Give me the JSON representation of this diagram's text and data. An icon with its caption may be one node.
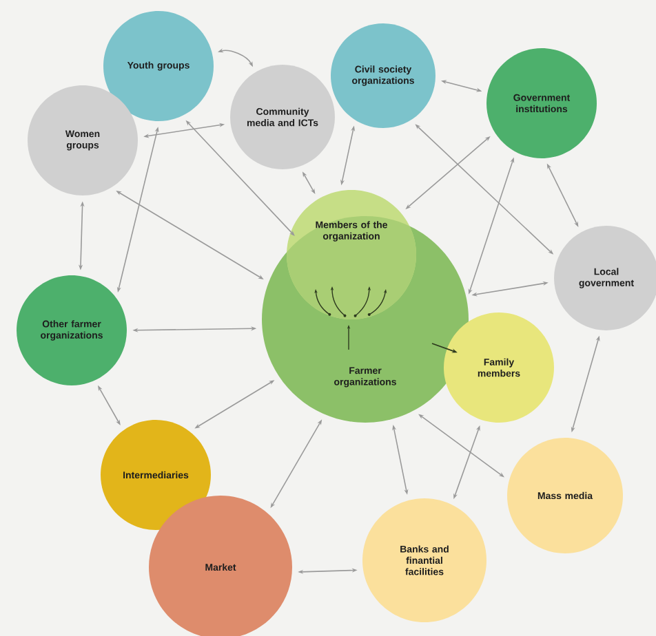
{
  "diagram": {
    "nodes": [
      {
        "text": [
          "Youth groups"
        ]
      },
      {
        "text": [
          "Women groups"
        ]
      },
      {
        "text": [
          "Community media and ICTs"
        ]
      },
      {
        "text": [
          "Civil society organizations"
        ]
      },
      {
        "text": [
          "Government institutions"
        ]
      },
      {
        "text": [
          "Farmer organizations"
        ]
      },
      {
        "text": [
          "Members of the organization"
        ]
      },
      {
        "text": [
          "Local government"
        ]
      },
      {
        "text": [
          "Other farmer organizations"
        ]
      },
      {
        "text": [
          "Family members"
        ]
      },
      {
        "text": [
          "Intermediaries"
        ]
      },
      {
        "text": [
          "Market"
        ]
      },
      {
        "text": [
          "Banks and finantial facilities"
        ]
      },
      {
        "text": [
          "Mass media"
        ]
      }
    ],
    "edges": [
      {
        "from": 0,
        "to": 2,
        "arrow": "both"
      },
      {
        "from": 1,
        "to": 2,
        "arrow": "both"
      },
      {
        "from": 3,
        "to": 4,
        "arrow": "both"
      },
      {
        "from": 0,
        "to": 5,
        "arrow": "both"
      },
      {
        "from": 1,
        "to": 5,
        "arrow": "both"
      },
      {
        "from": 2,
        "to": 6,
        "arrow": "both"
      },
      {
        "from": 3,
        "to": 6,
        "arrow": "both"
      },
      {
        "from": 1,
        "to": 8,
        "arrow": "both"
      },
      {
        "from": 0,
        "to": 8,
        "arrow": "both"
      },
      {
        "from": 8,
        "to": 5,
        "arrow": "both"
      },
      {
        "from": 8,
        "to": 10,
        "arrow": "both"
      },
      {
        "from": 10,
        "to": 5,
        "arrow": "both"
      },
      {
        "from": 11,
        "to": 5,
        "arrow": "both"
      },
      {
        "from": 11,
        "to": 12,
        "arrow": "both"
      },
      {
        "from": 12,
        "to": 5,
        "arrow": "both"
      },
      {
        "from": 12,
        "to": 9,
        "arrow": "both"
      },
      {
        "from": 13,
        "to": 5,
        "arrow": "both"
      },
      {
        "from": 7,
        "to": 13,
        "arrow": "both"
      },
      {
        "from": 7,
        "to": 5,
        "arrow": "both"
      },
      {
        "from": 4,
        "to": 7,
        "arrow": "both"
      },
      {
        "from": 3,
        "to": 7,
        "arrow": "both"
      },
      {
        "from": 4,
        "to": 6,
        "arrow": "both"
      },
      {
        "from": 4,
        "to": 5,
        "arrow": "both"
      },
      {
        "from": 5,
        "to": 9,
        "arrow": "to",
        "color": "#2d3a1e"
      }
    ]
  }
}
